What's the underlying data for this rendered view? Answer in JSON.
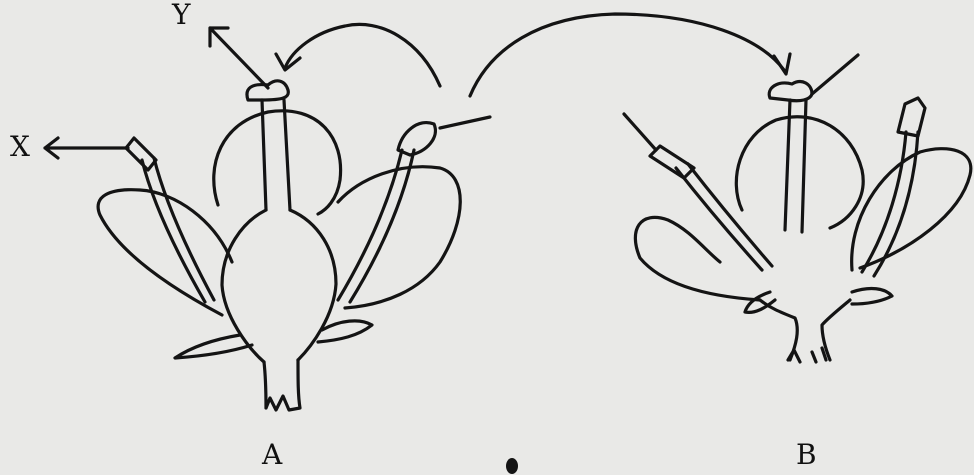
{
  "labels": {
    "flower_a": "A",
    "flower_b": "B",
    "part_x": "X",
    "part_y": "Y"
  },
  "colors": {
    "paper": "#e9e9e7",
    "ink": "#141414"
  }
}
